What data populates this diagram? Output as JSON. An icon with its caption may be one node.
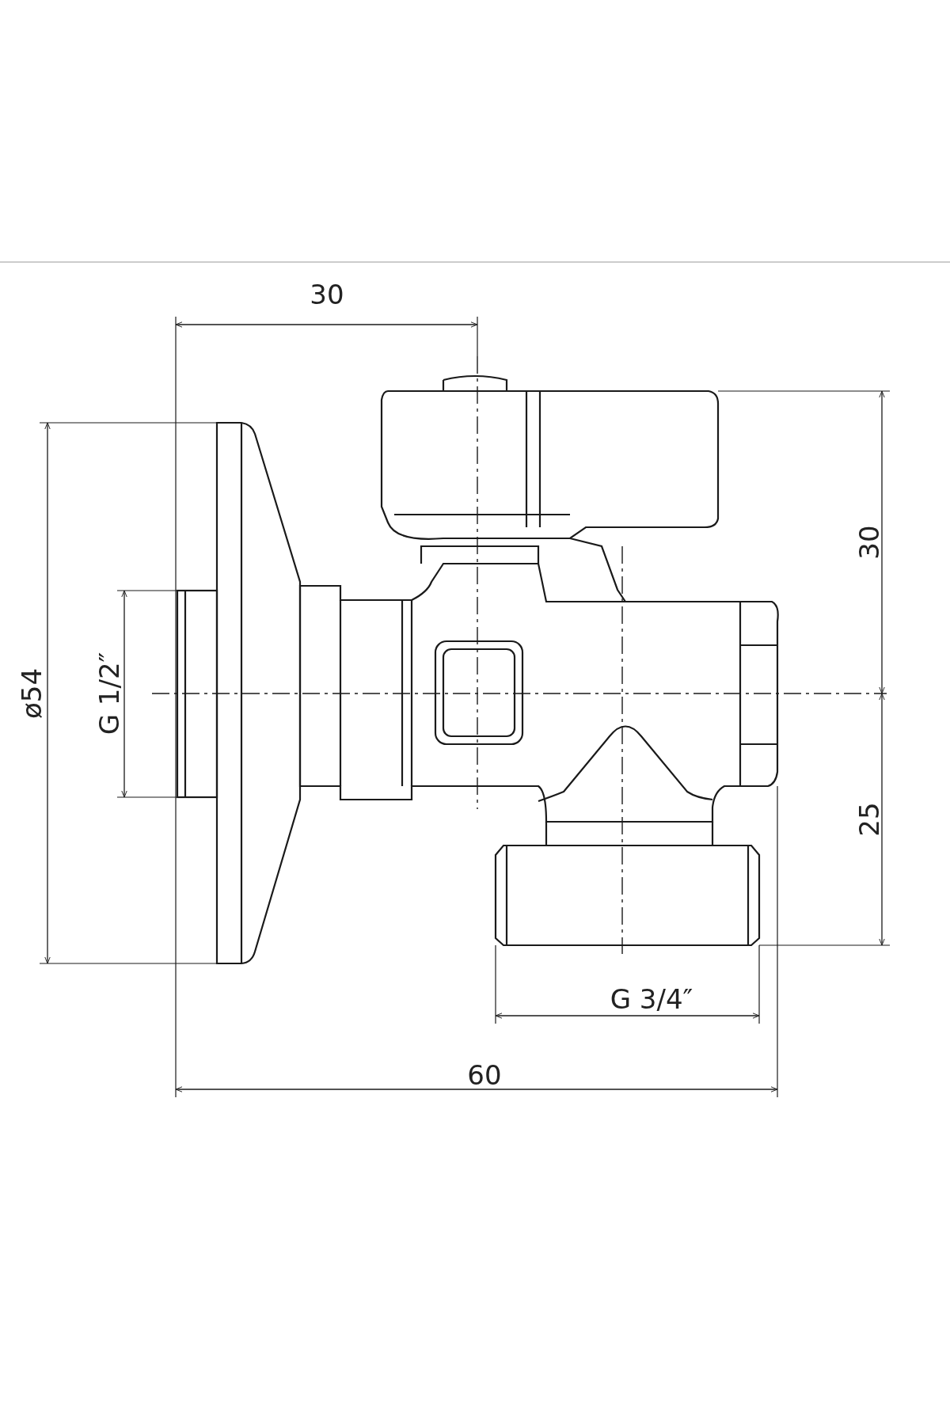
{
  "diagram": {
    "labels": [
      "30",
      "30",
      "ø54",
      "G 1/2″",
      "25",
      "G 3/4″",
      "60"
    ]
  }
}
